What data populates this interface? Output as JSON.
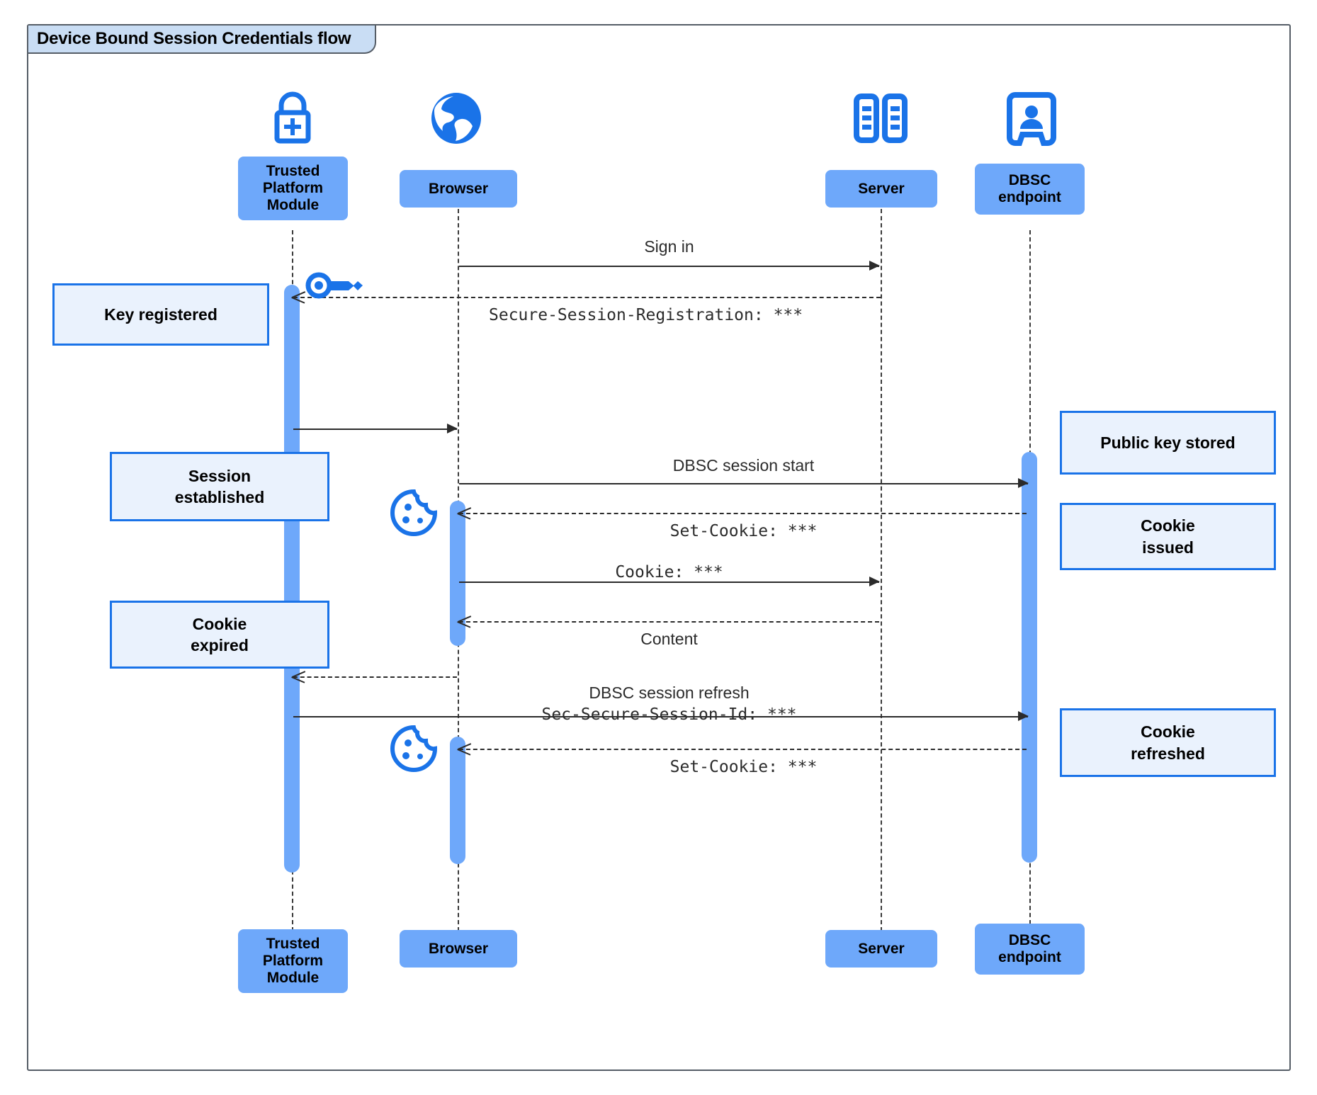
{
  "diagram": {
    "title": "Device Bound Session Credentials flow",
    "type": "uml-sequence-diagram",
    "colors": {
      "frame_border": "#555d66",
      "title_fill": "#c9ddf4",
      "actor_fill": "#6ea8fa",
      "activation_fill": "#6ea8fa",
      "note_fill": "#eaf2fd",
      "note_border": "#1a73e8",
      "icon_blue": "#1a73e8",
      "line": "#2b2b2b"
    }
  },
  "participants": [
    {
      "id": "tpm",
      "label": "Trusted\nPlatform\nModule",
      "icon": "lock-plus-icon"
    },
    {
      "id": "browser",
      "label": "Browser",
      "icon": "globe-icon"
    },
    {
      "id": "server",
      "label": "Server",
      "icon": "server-rack-icon"
    },
    {
      "id": "dbsc",
      "label": "DBSC\nendpoint",
      "icon": "id-badge-icon"
    }
  ],
  "participants_bottom": [
    {
      "id": "tpm",
      "label": "Trusted\nPlatform\nModule"
    },
    {
      "id": "browser",
      "label": "Browser"
    },
    {
      "id": "server",
      "label": "Server"
    },
    {
      "id": "dbsc",
      "label": "DBSC\nendpoint"
    }
  ],
  "messages": [
    {
      "id": "m1",
      "from": "browser",
      "to": "server",
      "label": "Sign in",
      "style": "solid",
      "font": "sans"
    },
    {
      "id": "m2",
      "from": "server",
      "to": "tpm",
      "label": "Secure-Session-Registration: ***",
      "style": "dashed",
      "font": "mono"
    },
    {
      "id": "m3",
      "from": "tpm",
      "to": "browser",
      "label": "",
      "style": "solid",
      "font": "sans"
    },
    {
      "id": "m4",
      "from": "browser",
      "to": "dbsc",
      "label": "DBSC session start",
      "style": "solid",
      "font": "sans"
    },
    {
      "id": "m5",
      "from": "dbsc",
      "to": "browser",
      "label": "Set-Cookie: ***",
      "style": "dashed",
      "font": "mono"
    },
    {
      "id": "m6",
      "from": "browser",
      "to": "server",
      "label": "Cookie: ***",
      "style": "solid",
      "font": "mono"
    },
    {
      "id": "m7",
      "from": "server",
      "to": "browser",
      "label": "Content",
      "style": "dashed",
      "font": "sans"
    },
    {
      "id": "m8",
      "from": "browser",
      "to": "tpm",
      "label": "DBSC session refresh",
      "style": "dashed",
      "font": "sans"
    },
    {
      "id": "m9",
      "from": "tpm",
      "to": "dbsc",
      "label": "Sec-Secure-Session-Id: ***",
      "style": "solid",
      "font": "mono"
    },
    {
      "id": "m10",
      "from": "dbsc",
      "to": "browser",
      "label": "Set-Cookie: ***",
      "style": "dashed",
      "font": "mono"
    }
  ],
  "notes": [
    {
      "id": "n1",
      "text": "Key registered",
      "side": "left"
    },
    {
      "id": "n2",
      "text": "Session\nestablished",
      "side": "left"
    },
    {
      "id": "n3",
      "text": "Cookie\nexpired",
      "side": "left"
    },
    {
      "id": "n4",
      "text": "Public key stored",
      "side": "right"
    },
    {
      "id": "n5",
      "text": "Cookie\nissued",
      "side": "right"
    },
    {
      "id": "n6",
      "text": "Cookie\nrefreshed",
      "side": "right"
    }
  ],
  "inline_icons": [
    {
      "id": "i1",
      "name": "key-icon",
      "near": "tpm-lifeline"
    },
    {
      "id": "i2",
      "name": "cookie-icon",
      "near": "browser-lifeline-1"
    },
    {
      "id": "i3",
      "name": "cookie-icon",
      "near": "browser-lifeline-2"
    }
  ]
}
